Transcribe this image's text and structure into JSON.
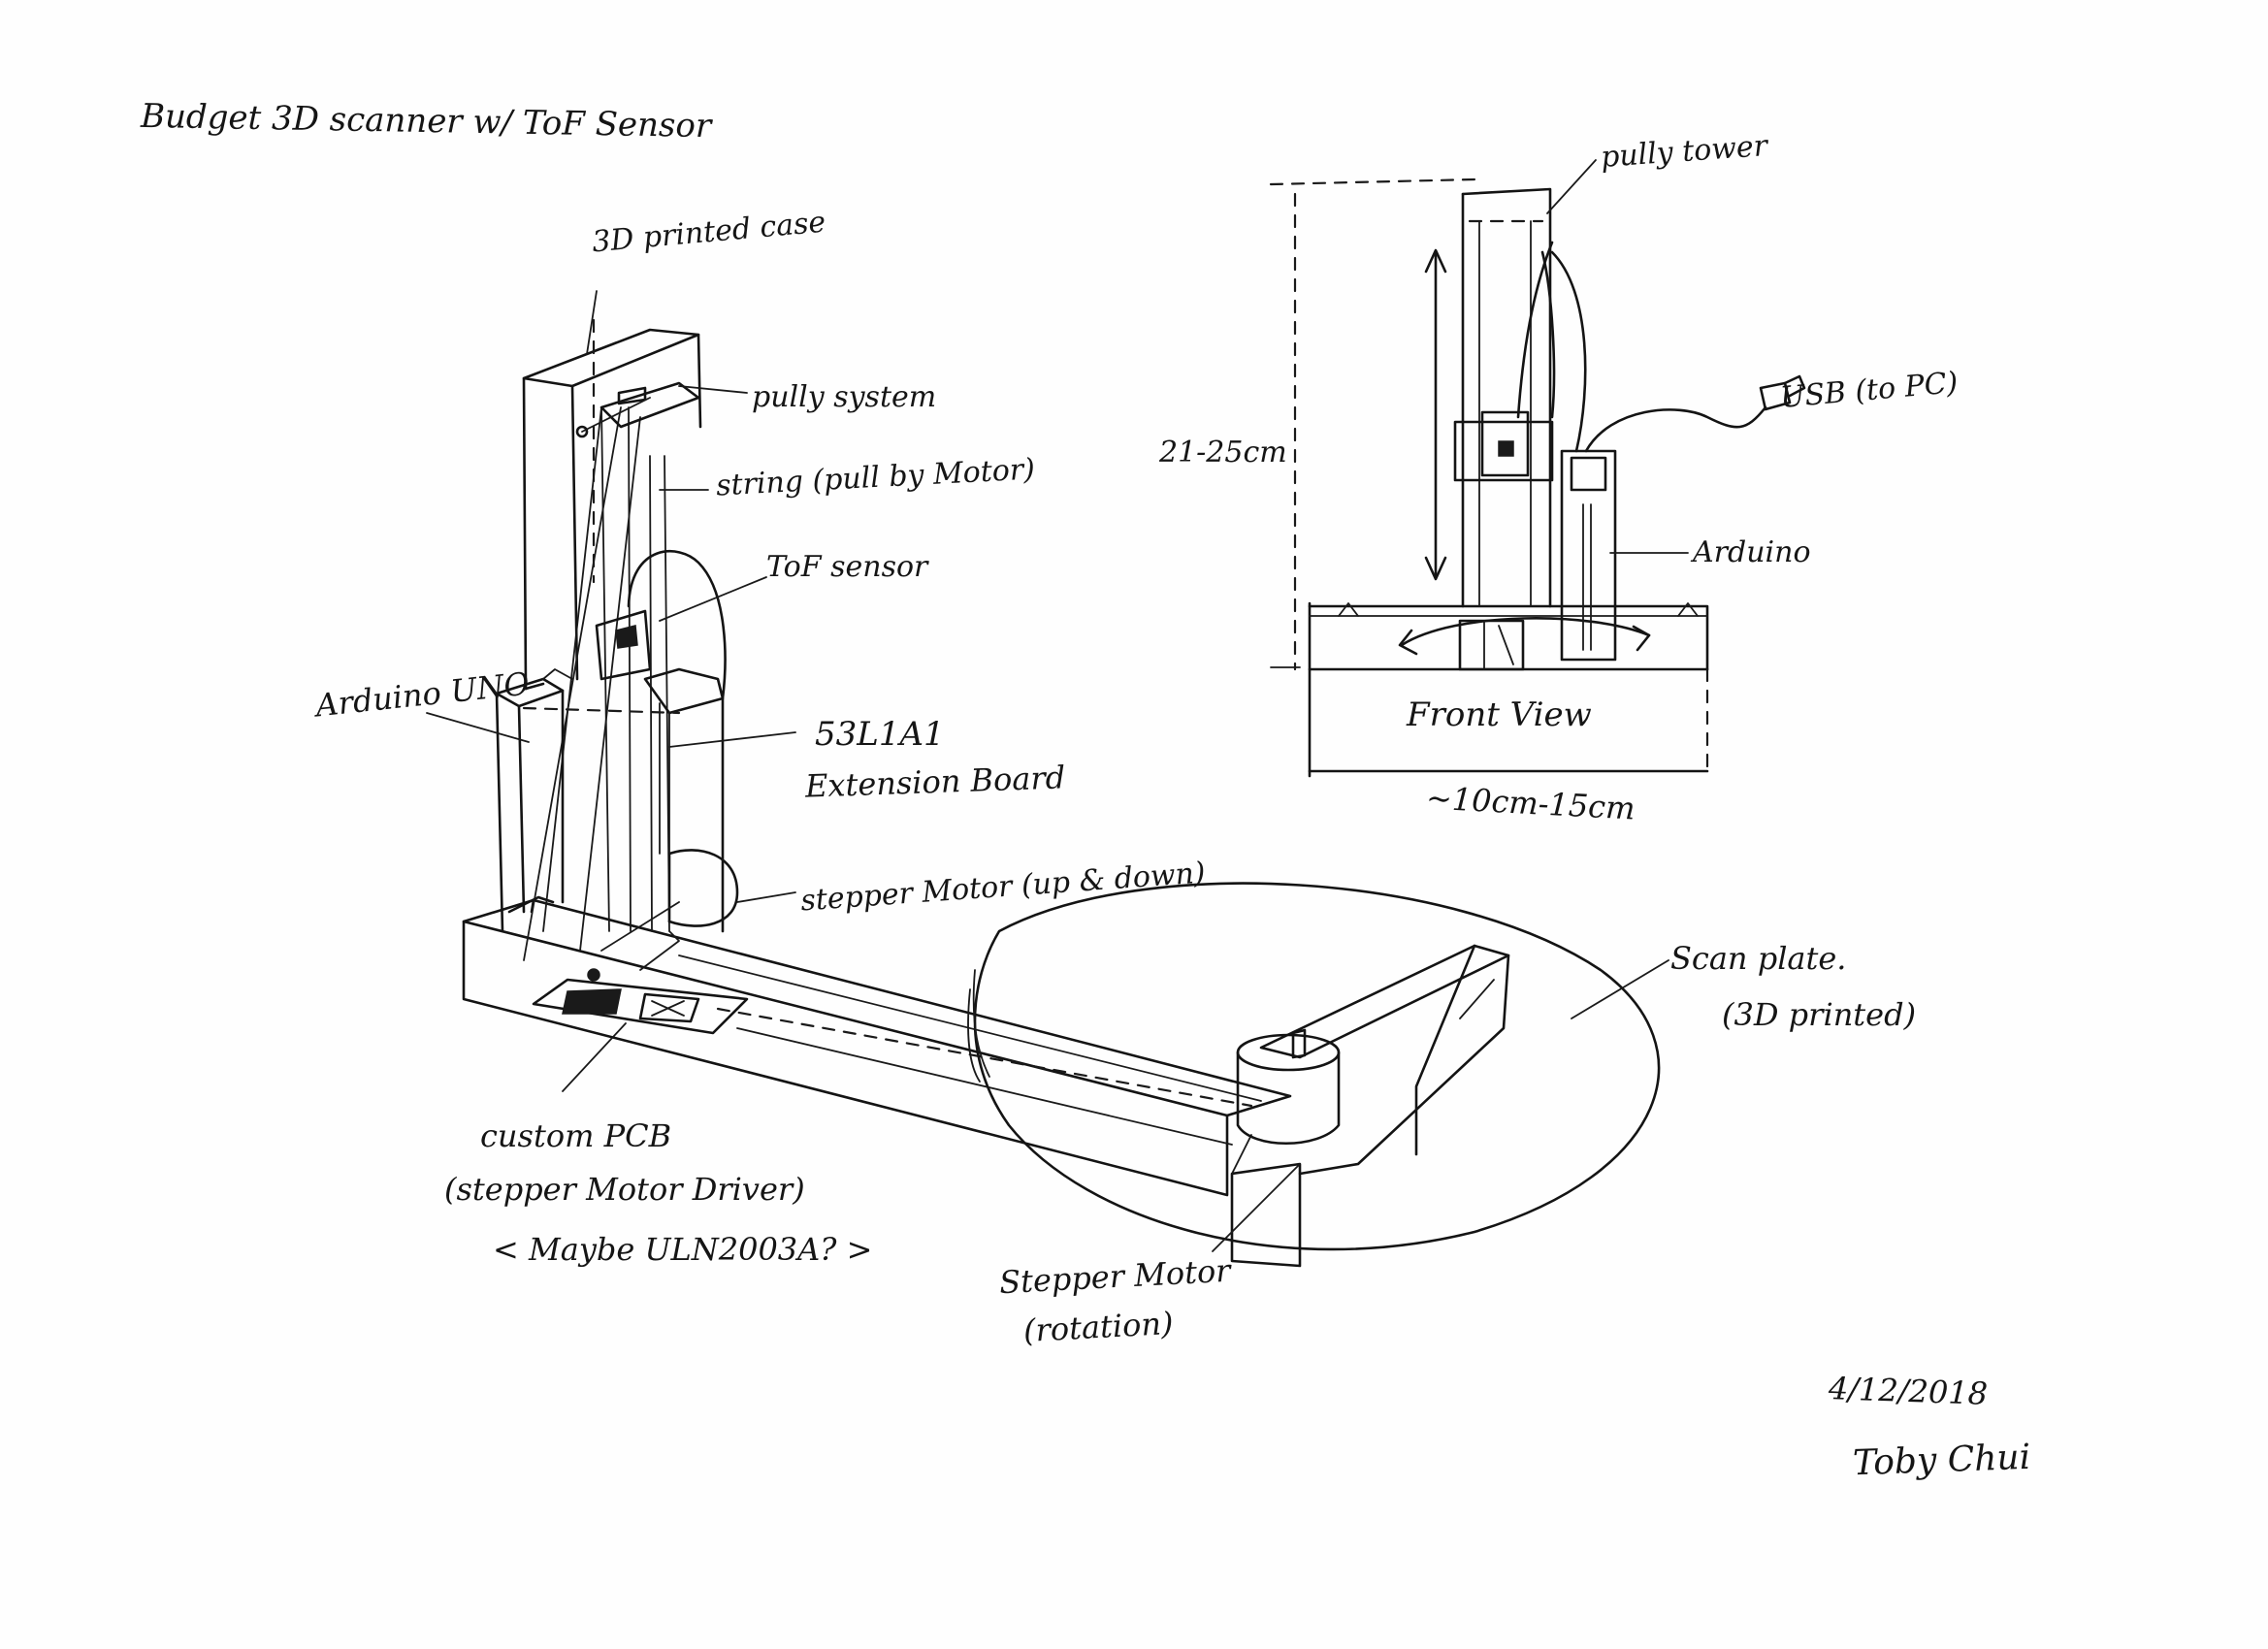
{
  "title": "Budget 3D scanner w/ ToF Sensor",
  "labels": {
    "case": "3D printed case",
    "pulley_system": "pully system",
    "string": "string (pull by Motor)",
    "tof_sensor": "ToF sensor",
    "arduino_uno": "Arduino UNO",
    "ext_board_line1": "53L1A1",
    "ext_board_line2": "Extension Board",
    "stepper_updown": "stepper Motor (up & down)",
    "custom_pcb_line1": "custom PCB",
    "custom_pcb_line2": "(stepper Motor Driver)",
    "custom_pcb_line3": "< Maybe ULN2003A? >",
    "stepper_rot_line1": "Stepper Motor",
    "stepper_rot_line2": "(rotation)",
    "scan_plate_line1": "Scan plate.",
    "scan_plate_line2": "(3D printed)"
  },
  "front_view": {
    "pulley_tower": "pully tower",
    "height": "21-25cm",
    "usb": "USB (to PC)",
    "arduino": "Arduino",
    "caption": "Front View",
    "width": "~10cm-15cm"
  },
  "signature": {
    "date": "4/12/2018",
    "name": "Toby Chui"
  }
}
